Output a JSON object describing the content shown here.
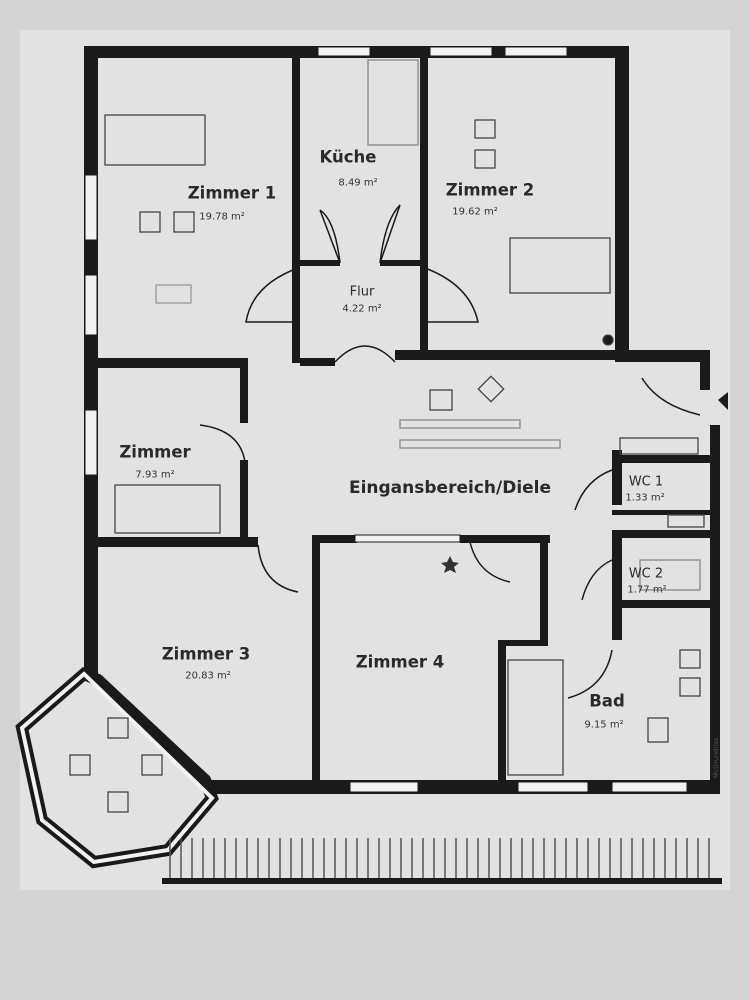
{
  "rooms": [
    {
      "id": "zimmer-1",
      "name": "Zimmer 1",
      "area": "19.78 m²"
    },
    {
      "id": "kueche",
      "name": "Küche",
      "area": "8.49 m²"
    },
    {
      "id": "zimmer-2",
      "name": "Zimmer 2",
      "area": "19.62 m²"
    },
    {
      "id": "flur",
      "name": "Flur",
      "area": "4.22 m²"
    },
    {
      "id": "zimmer",
      "name": "Zimmer",
      "area": "7.93 m²"
    },
    {
      "id": "eingangsbereich",
      "name": "Eingansbereich/Diele",
      "area": ""
    },
    {
      "id": "wc-1",
      "name": "WC 1",
      "area": "1.33 m²"
    },
    {
      "id": "wc-2",
      "name": "WC 2",
      "area": "1.77 m²"
    },
    {
      "id": "zimmer-3",
      "name": "Zimmer 3",
      "area": "20.83 m²"
    },
    {
      "id": "zimmer-4",
      "name": "Zimmer 4",
      "area": ""
    },
    {
      "id": "bad",
      "name": "Bad",
      "area": "9.15 m²"
    }
  ],
  "signature": "McGrundriss",
  "colors": {
    "paper": "#d4d4d4",
    "wall": "#1a1a1a",
    "window": "#f2f2f2",
    "fixture": "#444444"
  }
}
